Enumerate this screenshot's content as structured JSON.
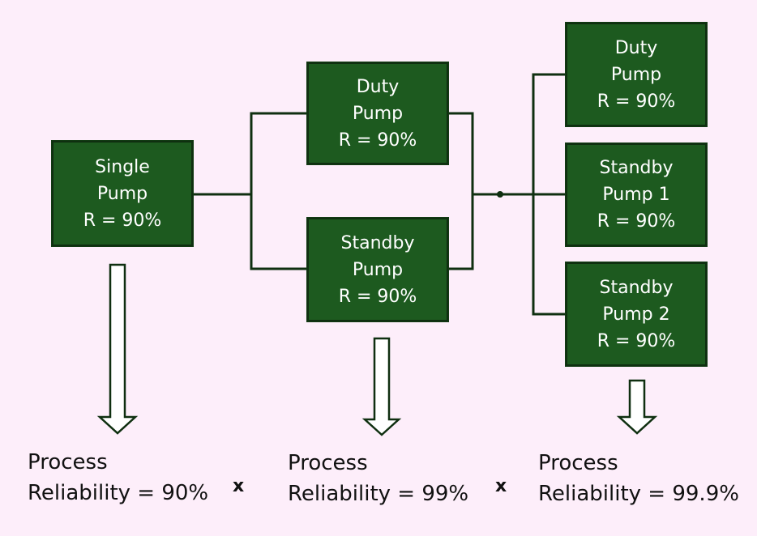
{
  "stage1": {
    "single_pump": {
      "line1": "Single",
      "line2": "Pump",
      "line3": "R = 90%"
    },
    "result": {
      "line1": "Process",
      "line2": "Reliability = 90%"
    }
  },
  "stage2": {
    "duty_pump": {
      "line1": "Duty",
      "line2": "Pump",
      "line3": "R = 90%"
    },
    "standby_pump": {
      "line1": "Standby",
      "line2": "Pump",
      "line3": "R = 90%"
    },
    "result": {
      "line1": "Process",
      "line2": "Reliability = 99%"
    }
  },
  "stage3": {
    "duty_pump": {
      "line1": "Duty",
      "line2": "Pump",
      "line3": "R = 90%"
    },
    "standby_pump_1": {
      "line1": "Standby",
      "line2": "Pump 1",
      "line3": "R = 90%"
    },
    "standby_pump_2": {
      "line1": "Standby",
      "line2": "Pump 2",
      "line3": "R = 90%"
    },
    "result": {
      "line1": "Process",
      "line2": "Reliability = 99.9%"
    }
  },
  "operators": {
    "times_1": "x",
    "times_2": "x"
  },
  "colors": {
    "background": "#fdeefa",
    "box_fill": "#1d5a1f",
    "box_text": "#ffffff",
    "line": "#0f2f10"
  }
}
